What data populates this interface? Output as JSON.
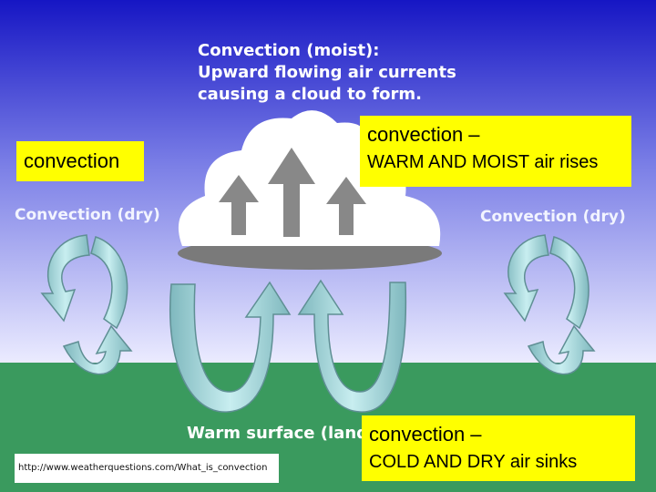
{
  "diagram": {
    "title_lines": [
      "Convection (moist):",
      "Upward flowing air currents",
      "causing a cloud to form."
    ],
    "left_dry_label": "Convection (dry)",
    "right_dry_label": "Convection (dry)",
    "surface_label": "Warm surface (land",
    "credit": "http://www.weatherquestions.com/What_is_convection"
  },
  "callouts": {
    "left_box": "convection",
    "warm_title": "convection –",
    "warm_text": "WARM  AND MOIST air rises",
    "cold_title": "convection –",
    "cold_text": "COLD AND DRY air sinks"
  },
  "colors": {
    "sky_top": "#1818c8",
    "sky_bottom": "#e8e8ff",
    "ground": "#3a9a5e",
    "arrow_fill": "#a9d6da",
    "cloud_arrow": "#808080",
    "highlight": "#ffff00"
  }
}
